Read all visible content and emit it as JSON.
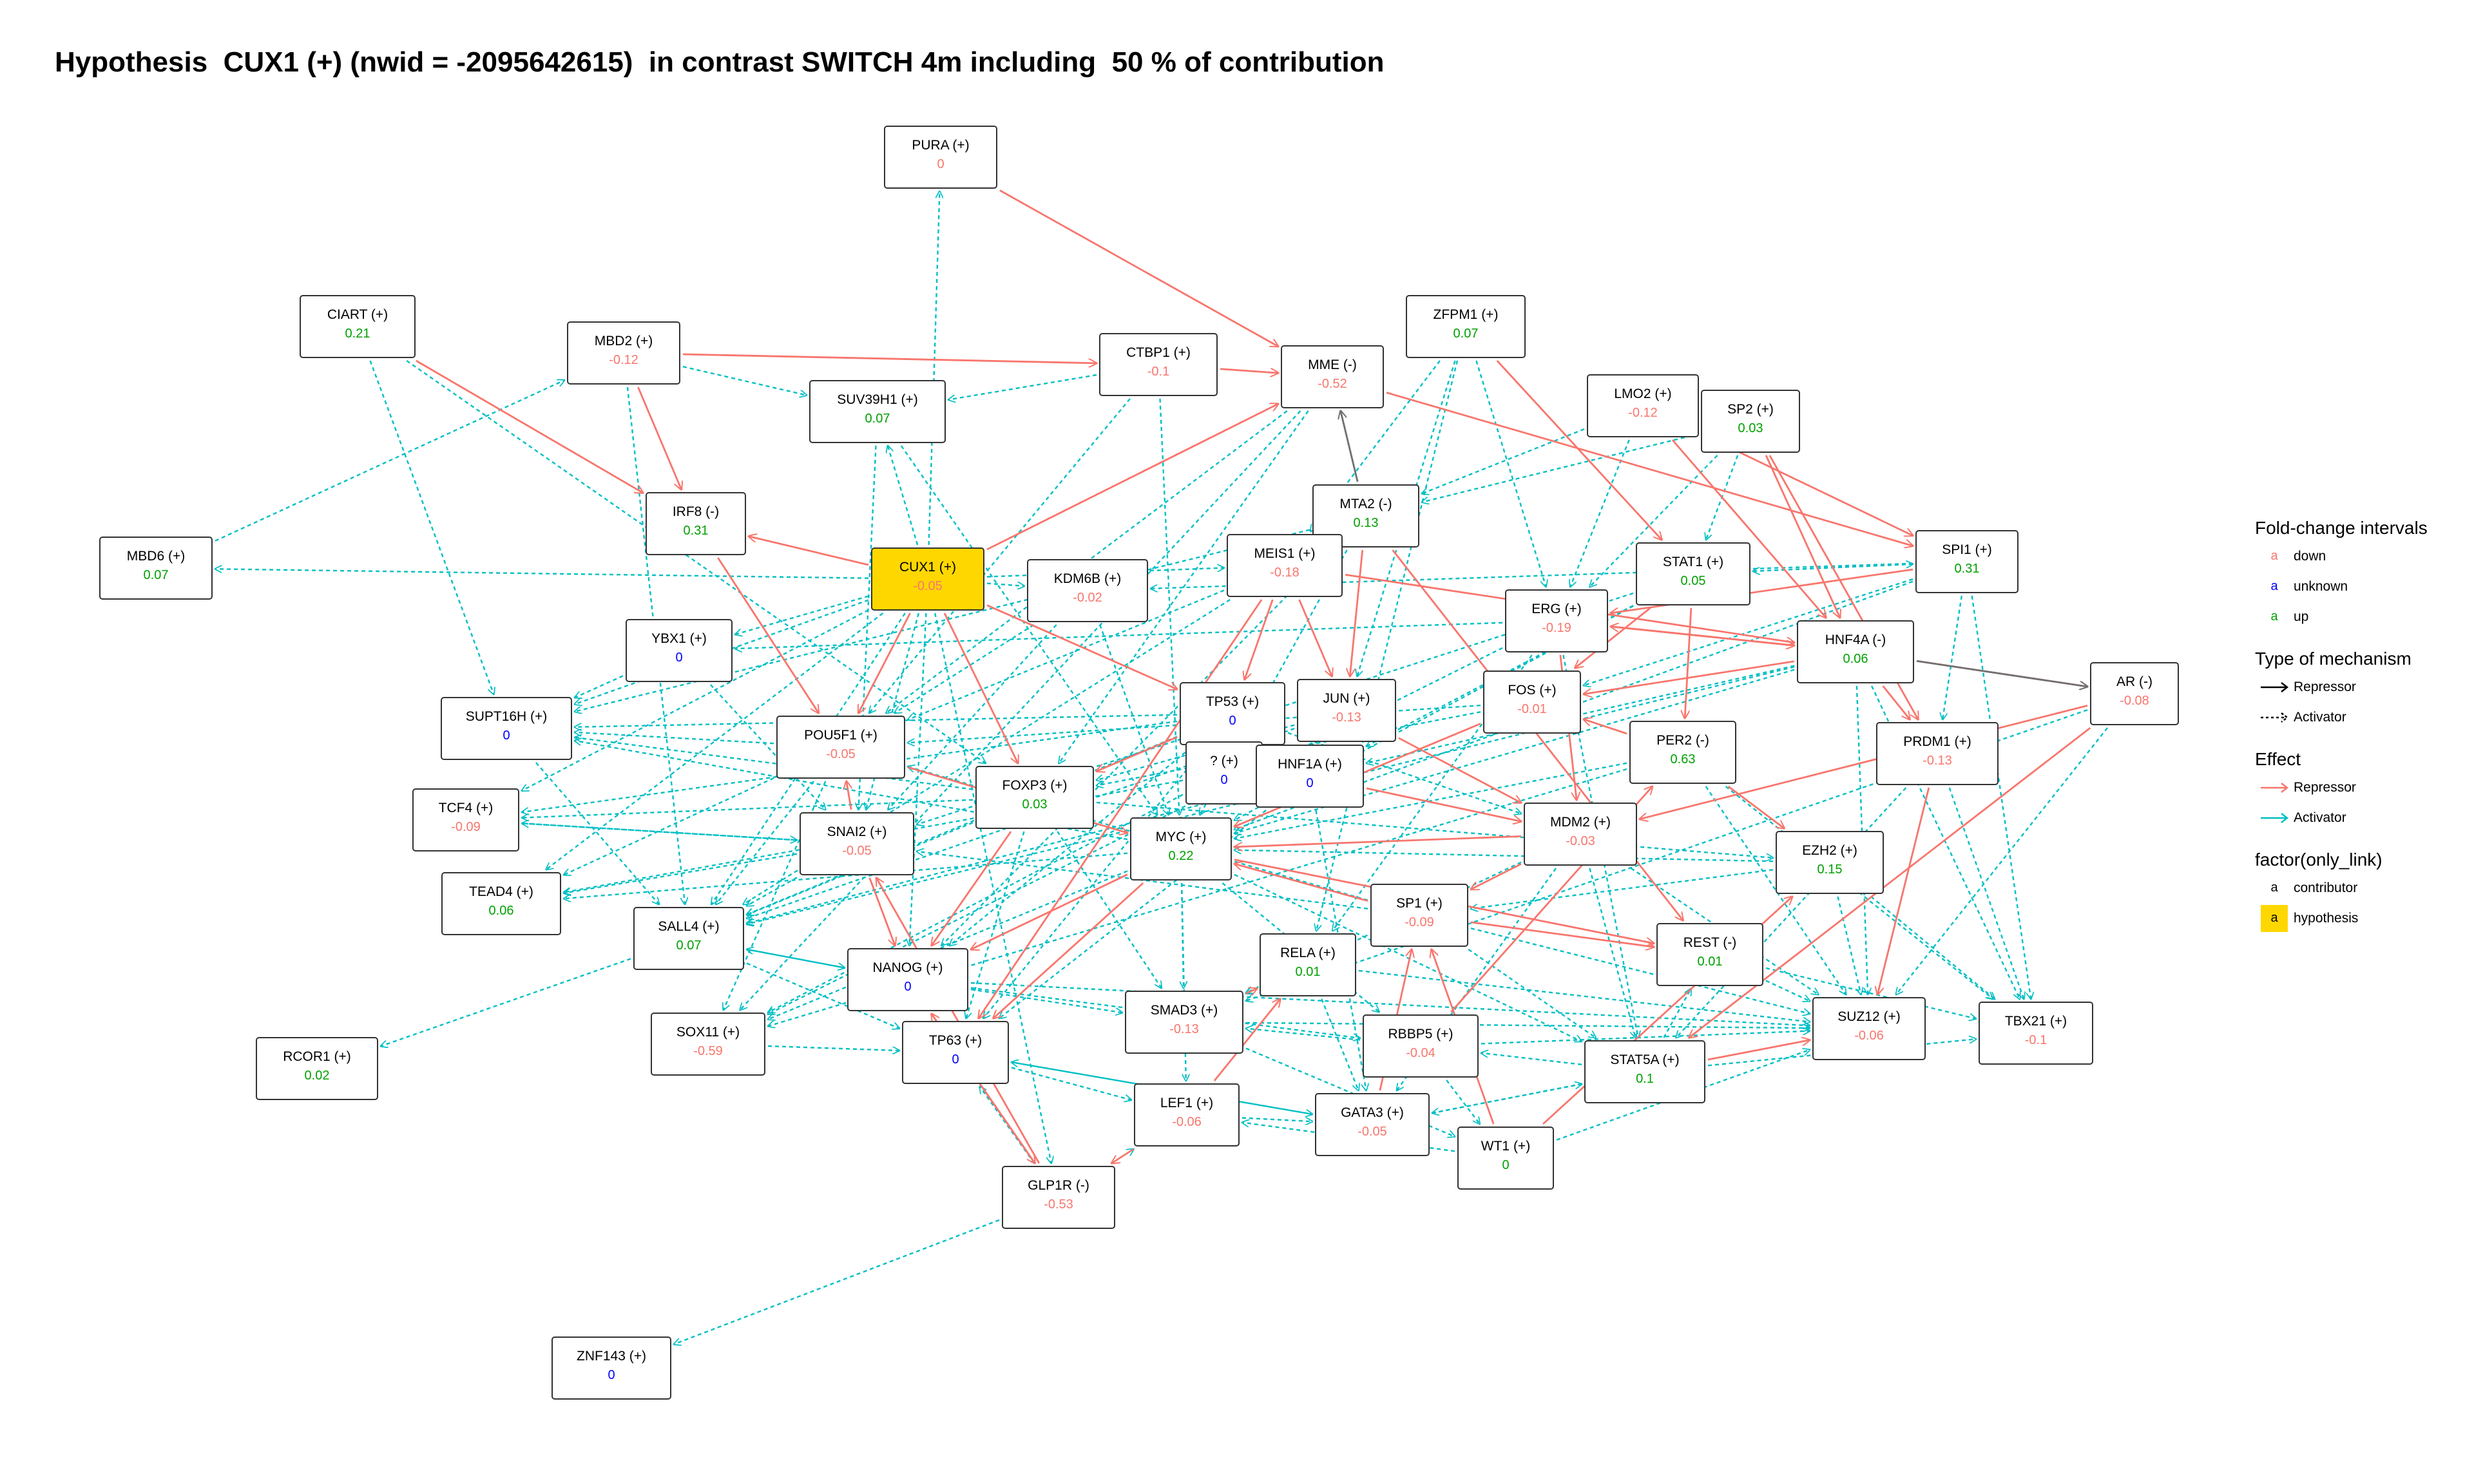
{
  "title": "Hypothesis  CUX1 (+) (nwid = -2095642615)  in contrast SWITCH 4m including  50 % of contribution",
  "colors": {
    "down": "#F8766D",
    "unknown": "#0000FF",
    "up": "#00A000",
    "repressor_edge": "#F8766D",
    "activator_edge": "#00BFC4",
    "hypothesis_fill": "#FFD700",
    "black_edge": "#707070"
  },
  "nodes": [
    {
      "id": "PURA",
      "label": "PURA (+)",
      "value": "0",
      "status": "down"
    },
    {
      "id": "CIART",
      "label": "CIART (+)",
      "value": "0.21",
      "status": "up"
    },
    {
      "id": "MBD2",
      "label": "MBD2 (+)",
      "value": "-0.12",
      "status": "down"
    },
    {
      "id": "CTBP1",
      "label": "CTBP1 (+)",
      "value": "-0.1",
      "status": "down"
    },
    {
      "id": "MME",
      "label": "MME (-)",
      "value": "-0.52",
      "status": "down"
    },
    {
      "id": "ZFPM1",
      "label": "ZFPM1 (+)",
      "value": "0.07",
      "status": "up"
    },
    {
      "id": "LMO2",
      "label": "LMO2 (+)",
      "value": "-0.12",
      "status": "down"
    },
    {
      "id": "SP2",
      "label": "SP2 (+)",
      "value": "0.03",
      "status": "up"
    },
    {
      "id": "SUV39H1",
      "label": "SUV39H1 (+)",
      "value": "0.07",
      "status": "up"
    },
    {
      "id": "MTA2",
      "label": "MTA2 (-)",
      "value": "0.13",
      "status": "up"
    },
    {
      "id": "IRF8",
      "label": "IRF8 (-)",
      "value": "0.31",
      "status": "up"
    },
    {
      "id": "MBD6",
      "label": "MBD6 (+)",
      "value": "0.07",
      "status": "up"
    },
    {
      "id": "CUX1",
      "label": "CUX1 (+)",
      "value": "-0.05",
      "status": "down",
      "hypothesis": true
    },
    {
      "id": "KDM6B",
      "label": "KDM6B (+)",
      "value": "-0.02",
      "status": "down"
    },
    {
      "id": "MEIS1",
      "label": "MEIS1 (+)",
      "value": "-0.18",
      "status": "down"
    },
    {
      "id": "STAT1",
      "label": "STAT1 (+)",
      "value": "0.05",
      "status": "up"
    },
    {
      "id": "SPI1",
      "label": "SPI1 (+)",
      "value": "0.31",
      "status": "up"
    },
    {
      "id": "YBX1",
      "label": "YBX1 (+)",
      "value": "0",
      "status": "unknown"
    },
    {
      "id": "ERG",
      "label": "ERG (+)",
      "value": "-0.19",
      "status": "down"
    },
    {
      "id": "HNF4A",
      "label": "HNF4A (-)",
      "value": "0.06",
      "status": "up"
    },
    {
      "id": "AR",
      "label": "AR (-)",
      "value": "-0.08",
      "status": "down"
    },
    {
      "id": "SUPT16H",
      "label": "SUPT16H (+)",
      "value": "0",
      "status": "unknown"
    },
    {
      "id": "TP53",
      "label": "TP53 (+)",
      "value": "0",
      "status": "unknown"
    },
    {
      "id": "JUN",
      "label": "JUN (+)",
      "value": "-0.13",
      "status": "down"
    },
    {
      "id": "FOS",
      "label": "FOS (+)",
      "value": "-0.01",
      "status": "down"
    },
    {
      "id": "POU5F1",
      "label": "POU5F1 (+)",
      "value": "-0.05",
      "status": "down"
    },
    {
      "id": "PER2",
      "label": "PER2 (-)",
      "value": "0.63",
      "status": "up"
    },
    {
      "id": "PRDM1",
      "label": "PRDM1 (+)",
      "value": "-0.13",
      "status": "down"
    },
    {
      "id": "UNK",
      "label": "? (+)",
      "value": "0",
      "status": "unknown"
    },
    {
      "id": "HNF1A",
      "label": "HNF1A (+)",
      "value": "0",
      "status": "unknown"
    },
    {
      "id": "FOXP3",
      "label": "FOXP3 (+)",
      "value": "0.03",
      "status": "up"
    },
    {
      "id": "TCF4",
      "label": "TCF4 (+)",
      "value": "-0.09",
      "status": "down"
    },
    {
      "id": "SNAI2",
      "label": "SNAI2 (+)",
      "value": "-0.05",
      "status": "down"
    },
    {
      "id": "MDM2",
      "label": "MDM2 (+)",
      "value": "-0.03",
      "status": "down"
    },
    {
      "id": "MYC",
      "label": "MYC (+)",
      "value": "0.22",
      "status": "up"
    },
    {
      "id": "EZH2",
      "label": "EZH2 (+)",
      "value": "0.15",
      "status": "up"
    },
    {
      "id": "TEAD4",
      "label": "TEAD4 (+)",
      "value": "0.06",
      "status": "up"
    },
    {
      "id": "SP1",
      "label": "SP1 (+)",
      "value": "-0.09",
      "status": "down"
    },
    {
      "id": "SALL4",
      "label": "SALL4 (+)",
      "value": "0.07",
      "status": "up"
    },
    {
      "id": "REST",
      "label": "REST (-)",
      "value": "0.01",
      "status": "up"
    },
    {
      "id": "RELA",
      "label": "RELA (+)",
      "value": "0.01",
      "status": "up"
    },
    {
      "id": "NANOG",
      "label": "NANOG (+)",
      "value": "0",
      "status": "unknown"
    },
    {
      "id": "SUZ12",
      "label": "SUZ12 (+)",
      "value": "-0.06",
      "status": "down"
    },
    {
      "id": "TBX21",
      "label": "TBX21 (+)",
      "value": "-0.1",
      "status": "down"
    },
    {
      "id": "SOX11",
      "label": "SOX11 (+)",
      "value": "-0.59",
      "status": "down"
    },
    {
      "id": "TP63",
      "label": "TP63 (+)",
      "value": "0",
      "status": "unknown"
    },
    {
      "id": "SMAD3",
      "label": "SMAD3 (+)",
      "value": "-0.13",
      "status": "down"
    },
    {
      "id": "RBBP5",
      "label": "RBBP5 (+)",
      "value": "-0.04",
      "status": "down"
    },
    {
      "id": "STAT5A",
      "label": "STAT5A (+)",
      "value": "0.1",
      "status": "up"
    },
    {
      "id": "RCOR1",
      "label": "RCOR1 (+)",
      "value": "0.02",
      "status": "up"
    },
    {
      "id": "LEF1",
      "label": "LEF1 (+)",
      "value": "-0.06",
      "status": "down"
    },
    {
      "id": "GATA3",
      "label": "GATA3 (+)",
      "value": "-0.05",
      "status": "down"
    },
    {
      "id": "WT1",
      "label": "WT1 (+)",
      "value": "0",
      "status": "up"
    },
    {
      "id": "GLP1R",
      "label": "GLP1R (-)",
      "value": "-0.53",
      "status": "down"
    },
    {
      "id": "ZNF143",
      "label": "ZNF143 (+)",
      "value": "0",
      "status": "unknown"
    }
  ],
  "edges_repressor": [
    [
      "PURA",
      "MME"
    ],
    [
      "MBD2",
      "CTBP1"
    ],
    [
      "CTBP1",
      "MME"
    ],
    [
      "CIART",
      "IRF8"
    ],
    [
      "MBD2",
      "IRF8"
    ],
    [
      "IRF8",
      "POU5F1"
    ],
    [
      "CUX1",
      "IRF8"
    ],
    [
      "CUX1",
      "MME"
    ],
    [
      "CUX1",
      "POU5F1"
    ],
    [
      "CUX1",
      "TP53"
    ],
    [
      "CUX1",
      "FOXP3"
    ],
    [
      "ZFPM1",
      "STAT1"
    ],
    [
      "LMO2",
      "HNF4A"
    ],
    [
      "SP2",
      "HNF4A"
    ],
    [
      "SP2",
      "PRDM1"
    ],
    [
      "LMO2",
      "SPI1"
    ],
    [
      "MME",
      "SPI1"
    ],
    [
      "MTA2",
      "JUN"
    ],
    [
      "MEIS1",
      "HNF4A"
    ],
    [
      "MEIS1",
      "TP53"
    ],
    [
      "MEIS1",
      "JUN"
    ],
    [
      "ERG",
      "MDM2"
    ],
    [
      "ERG",
      "HNF4A"
    ],
    [
      "HNF4A",
      "AR"
    ],
    [
      "HNF4A",
      "ERG"
    ],
    [
      "HNF4A",
      "FOS"
    ],
    [
      "HNF4A",
      "PRDM1"
    ],
    [
      "PER2",
      "FOS"
    ],
    [
      "PER2",
      "EZH2"
    ],
    [
      "STAT1",
      "PER2"
    ],
    [
      "STAT1",
      "FOS"
    ],
    [
      "SPI1",
      "ERG"
    ],
    [
      "PRDM1",
      "SUZ12"
    ],
    [
      "AR",
      "MDM2"
    ],
    [
      "AR",
      "STAT5A"
    ],
    [
      "JUN",
      "MDM2"
    ],
    [
      "FOS",
      "MYC"
    ],
    [
      "HNF1A",
      "MDM2"
    ],
    [
      "MDM2",
      "MYC"
    ],
    [
      "MYC",
      "REST"
    ],
    [
      "MYC",
      "NANOG"
    ],
    [
      "MYC",
      "TP63"
    ],
    [
      "SP1",
      "MYC"
    ],
    [
      "SP1",
      "REST"
    ],
    [
      "MDM2",
      "SP1"
    ],
    [
      "FOXP3",
      "NANOG"
    ],
    [
      "SNAI2",
      "NANOG"
    ],
    [
      "SNAI2",
      "POU5F1"
    ],
    [
      "POU5F1",
      "MYC"
    ],
    [
      "NANOG",
      "GLP1R"
    ],
    [
      "GLP1R",
      "NANOG"
    ],
    [
      "GLP1R",
      "SNAI2"
    ],
    [
      "SMAD3",
      "RELA"
    ],
    [
      "LEF1",
      "RELA"
    ],
    [
      "LEF1",
      "GLP1R"
    ],
    [
      "RBBP5",
      "PER2"
    ],
    [
      "STAT5A",
      "SUZ12"
    ],
    [
      "WT1",
      "SP1"
    ],
    [
      "WT1",
      "EZH2"
    ],
    [
      "GATA3",
      "SP1"
    ],
    [
      "MTA2",
      "REST"
    ],
    [
      "MEIS1",
      "TP63"
    ],
    [
      "TP53",
      "FOXP3"
    ]
  ],
  "edges_black": [
    [
      "MTA2",
      "MME"
    ],
    [
      "HNF4A",
      "AR"
    ]
  ],
  "edges_activator": [
    [
      "CUX1",
      "PURA"
    ],
    [
      "CUX1",
      "MBD6"
    ],
    [
      "CUX1",
      "SUPT16H"
    ],
    [
      "CUX1",
      "TCF4"
    ],
    [
      "CUX1",
      "TEAD4"
    ],
    [
      "CUX1",
      "SALL4"
    ],
    [
      "CUX1",
      "NANOG"
    ],
    [
      "CUX1",
      "SNAI2"
    ],
    [
      "CUX1",
      "YBX1"
    ],
    [
      "CUX1",
      "SUV39H1"
    ],
    [
      "CUX1",
      "KDM6B"
    ],
    [
      "CUX1",
      "MEIS1"
    ],
    [
      "CUX1",
      "GLP1R"
    ],
    [
      "MBD6",
      "MBD2"
    ],
    [
      "MBD2",
      "SUV39H1"
    ],
    [
      "CIART",
      "FOXP3"
    ],
    [
      "SUV39H1",
      "MYC"
    ],
    [
      "SUV39H1",
      "SNAI2"
    ],
    [
      "CTBP1",
      "SUV39H1"
    ],
    [
      "CTBP1",
      "POU5F1"
    ],
    [
      "CTBP1",
      "MYC"
    ],
    [
      "MME",
      "FOXP3"
    ],
    [
      "MME",
      "POU5F1"
    ],
    [
      "ZFPM1",
      "MEIS1"
    ],
    [
      "ZFPM1",
      "JUN"
    ],
    [
      "ZFPM1",
      "ERG"
    ],
    [
      "LMO2",
      "ERG"
    ],
    [
      "LMO2",
      "MTA2"
    ],
    [
      "SP2",
      "STAT1"
    ],
    [
      "SP2",
      "MTA2"
    ],
    [
      "SP2",
      "ERG"
    ],
    [
      "SPI1",
      "KDM6B"
    ],
    [
      "SPI1",
      "STAT1"
    ],
    [
      "SPI1",
      "MYC"
    ],
    [
      "SPI1",
      "PRDM1"
    ],
    [
      "SPI1",
      "FOS"
    ],
    [
      "SPI1",
      "TBX21"
    ],
    [
      "STAT1",
      "SPI1"
    ],
    [
      "STAT1",
      "MYC"
    ],
    [
      "STAT1",
      "HNF1A"
    ],
    [
      "STAT1",
      "SNAI2"
    ],
    [
      "HNF4A",
      "MYC"
    ],
    [
      "HNF4A",
      "SALL4"
    ],
    [
      "HNF4A",
      "HNF1A"
    ],
    [
      "HNF4A",
      "TBX21"
    ],
    [
      "HNF4A",
      "SUZ12"
    ],
    [
      "MTA2",
      "SUPT16H"
    ],
    [
      "MTA2",
      "MYC"
    ],
    [
      "MTA2",
      "NANOG"
    ],
    [
      "KDM6B",
      "SNAI2"
    ],
    [
      "KDM6B",
      "POU5F1"
    ],
    [
      "KDM6B",
      "MYC"
    ],
    [
      "MEIS1",
      "SALL4"
    ],
    [
      "MEIS1",
      "POU5F1"
    ],
    [
      "TP53",
      "SUPT16H"
    ],
    [
      "TP53",
      "TCF4"
    ],
    [
      "TP53",
      "SALL4"
    ],
    [
      "TP53",
      "MDM2"
    ],
    [
      "TP53",
      "NANOG"
    ],
    [
      "TP53",
      "TP63"
    ],
    [
      "JUN",
      "FOXP3"
    ],
    [
      "JUN",
      "SALL4"
    ],
    [
      "FOS",
      "FOXP3"
    ],
    [
      "FOS",
      "POU5F1"
    ],
    [
      "ERG",
      "SOX11"
    ],
    [
      "ERG",
      "RELA"
    ],
    [
      "ERG",
      "YBX1"
    ],
    [
      "ERG",
      "STAT5A"
    ],
    [
      "PER2",
      "MYC"
    ],
    [
      "PER2",
      "SUZ12"
    ],
    [
      "PER2",
      "TBX21"
    ],
    [
      "PER2",
      "SOX11"
    ],
    [
      "PRDM1",
      "STAT5A"
    ],
    [
      "PRDM1",
      "SUZ12"
    ],
    [
      "PRDM1",
      "TBX21"
    ],
    [
      "EZH2",
      "MYC"
    ],
    [
      "EZH2",
      "SUZ12"
    ],
    [
      "EZH2",
      "TBX21"
    ],
    [
      "EZH2",
      "SP1"
    ],
    [
      "MDM2",
      "SMAD3"
    ],
    [
      "MDM2",
      "STAT5A"
    ],
    [
      "MDM2",
      "GATA3"
    ],
    [
      "MDM2",
      "SUZ12"
    ],
    [
      "MYC",
      "SOX11"
    ],
    [
      "MYC",
      "SMAD3"
    ],
    [
      "MYC",
      "RBBP5"
    ],
    [
      "MYC",
      "STAT5A"
    ],
    [
      "MYC",
      "LEF1"
    ],
    [
      "MYC",
      "SUPT16H"
    ],
    [
      "MYC",
      "TEAD4"
    ],
    [
      "FOXP3",
      "SALL4"
    ],
    [
      "FOXP3",
      "SUPT16H"
    ],
    [
      "FOXP3",
      "TCF4"
    ],
    [
      "FOXP3",
      "TP63"
    ],
    [
      "FOXP3",
      "SMAD3"
    ],
    [
      "FOXP3",
      "EZH2"
    ],
    [
      "SNAI2",
      "SALL4"
    ],
    [
      "SNAI2",
      "TEAD4"
    ],
    [
      "SNAI2",
      "TCF4"
    ],
    [
      "POU5F1",
      "SUPT16H"
    ],
    [
      "POU5F1",
      "TEAD4"
    ],
    [
      "POU5F1",
      "SALL4"
    ],
    [
      "POU5F1",
      "SOX11"
    ],
    [
      "SALL4",
      "RCOR1"
    ],
    [
      "SALL4",
      "NANOG"
    ],
    [
      "SALL4",
      "TP63"
    ],
    [
      "NANOG",
      "SALL4"
    ],
    [
      "NANOG",
      "SMAD3"
    ],
    [
      "NANOG",
      "RBBP5"
    ],
    [
      "NANOG",
      "SUZ12"
    ],
    [
      "TP63",
      "GATA3"
    ],
    [
      "TP63",
      "LEF1"
    ],
    [
      "SMAD3",
      "SUZ12"
    ],
    [
      "SMAD3",
      "WT1"
    ],
    [
      "RELA",
      "SMAD3"
    ],
    [
      "RELA",
      "GATA3"
    ],
    [
      "RELA",
      "SUZ12"
    ],
    [
      "RBBP5",
      "SUZ12"
    ],
    [
      "RBBP5",
      "SMAD3"
    ],
    [
      "RBBP5",
      "WT1"
    ],
    [
      "STAT5A",
      "REST"
    ],
    [
      "STAT5A",
      "TBX21"
    ],
    [
      "STAT5A",
      "RBBP5"
    ],
    [
      "STAT5A",
      "GATA3"
    ],
    [
      "GATA3",
      "STAT5A"
    ],
    [
      "GATA3",
      "TP63"
    ],
    [
      "WT1",
      "LEF1"
    ],
    [
      "WT1",
      "SUZ12"
    ],
    [
      "LEF1",
      "GATA3"
    ],
    [
      "GLP1R",
      "ZNF143"
    ],
    [
      "GLP1R",
      "TP63"
    ],
    [
      "GLP1R",
      "LEF1"
    ],
    [
      "SP1",
      "SUZ12"
    ],
    [
      "SP1",
      "STAT5A"
    ],
    [
      "SP1",
      "SNAI2"
    ],
    [
      "SP1",
      "POU5F1"
    ],
    [
      "REST",
      "SUZ12"
    ],
    [
      "REST",
      "TBX21"
    ],
    [
      "SOX11",
      "TP63"
    ],
    [
      "HNF1A",
      "TP63"
    ],
    [
      "HNF1A",
      "GATA3"
    ],
    [
      "HNF1A",
      "SALL4"
    ],
    [
      "UNK",
      "SOX11"
    ],
    [
      "UNK",
      "TEAD4"
    ],
    [
      "TCF4",
      "SNAI2"
    ],
    [
      "SUPT16H",
      "SALL4"
    ],
    [
      "YBX1",
      "SUPT16H"
    ],
    [
      "YBX1",
      "SNAI2"
    ],
    [
      "AR",
      "SUZ12"
    ],
    [
      "AR",
      "SMAD3"
    ],
    [
      "ZFPM1",
      "RELA"
    ],
    [
      "MME",
      "SOX11"
    ],
    [
      "MBD2",
      "SALL4"
    ],
    [
      "CIART",
      "SUPT16H"
    ]
  ],
  "legend": {
    "fold_change": {
      "title": "Fold-change intervals",
      "items": [
        {
          "key": "a",
          "label": "down",
          "status": "down"
        },
        {
          "key": "a",
          "label": "unknown",
          "status": "unknown"
        },
        {
          "key": "a",
          "label": "up",
          "status": "up"
        }
      ]
    },
    "mechanism": {
      "title": "Type of mechanism",
      "items": [
        {
          "label": "Repressor",
          "style": "solid"
        },
        {
          "label": "Activator",
          "style": "dashed"
        }
      ]
    },
    "effect": {
      "title": "Effect",
      "items": [
        {
          "label": "Repressor",
          "color": "#F8766D"
        },
        {
          "label": "Activator",
          "color": "#00BFC4"
        }
      ]
    },
    "factor": {
      "title": "factor(only_link)",
      "items": [
        {
          "key": "a",
          "label": "contributor",
          "fill": "none"
        },
        {
          "key": "a",
          "label": "hypothesis",
          "fill": "#FFD700"
        }
      ]
    }
  }
}
